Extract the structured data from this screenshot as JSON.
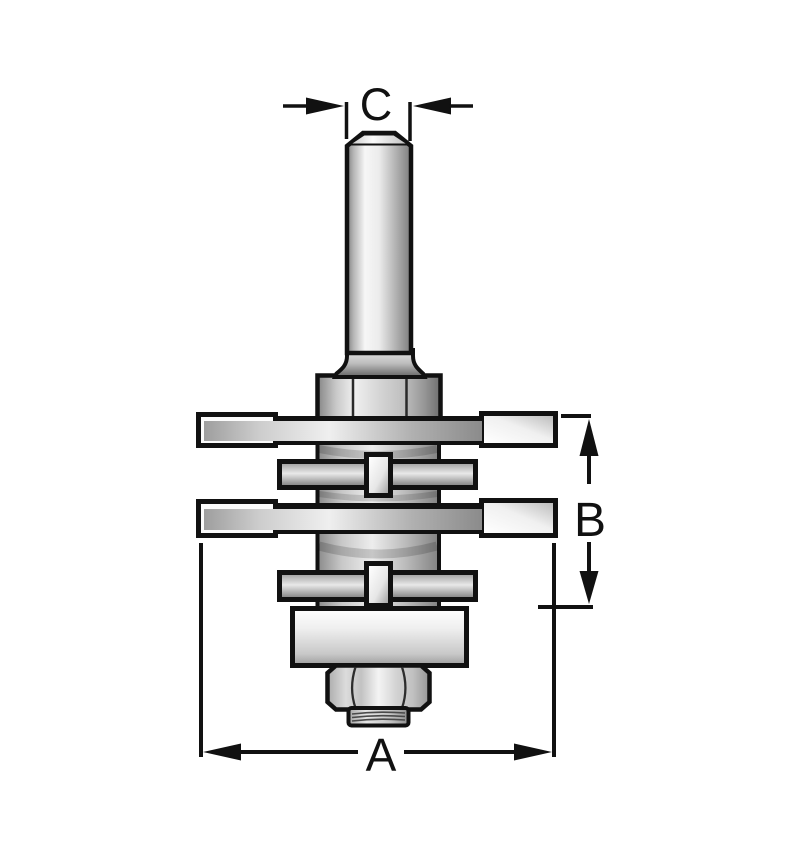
{
  "labels": {
    "top": "C",
    "right": "B",
    "bottom": "A"
  },
  "colors": {
    "background": "#ffffff",
    "line": "#111111",
    "metal_light": "#f5f5f5",
    "metal_mid": "#bcbcbc",
    "metal_dark": "#7f7f7f"
  }
}
